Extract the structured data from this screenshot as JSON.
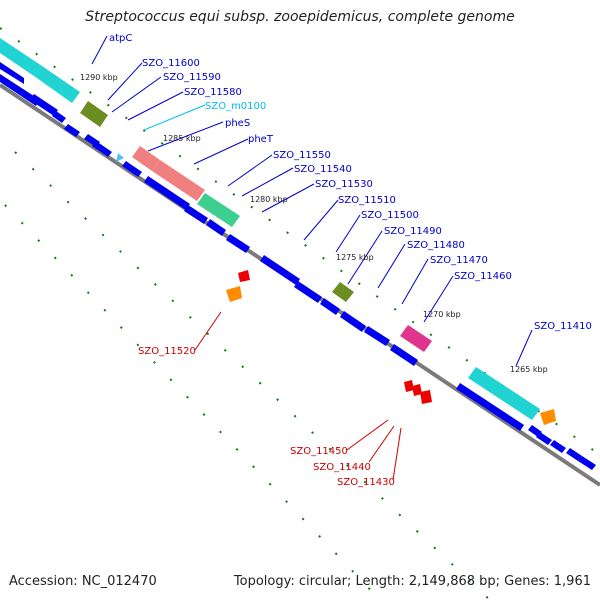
{
  "header": {
    "title": "Streptococcus equi subsp. zooepidemicus, complete genome"
  },
  "footer": {
    "accession": "Accession: NC_012470",
    "topology": "Topology: circular; Length: 2,149,868 bp; Genes: 1,961"
  },
  "colors": {
    "cds": "#0000ee",
    "trna": "#ee0000",
    "rrna_orange": "#ff8c00",
    "backbone": "#808080",
    "tick_dot": "#0f7a0f",
    "label_blue": "#0000cc",
    "label_cyan": "#00bbee",
    "label_red": "#cc0000"
  },
  "scale_ticks": [
    "1290 kbp",
    "1285 kbp",
    "1280 kbp",
    "1275 kbp",
    "1270 kbp",
    "1265 kbp"
  ],
  "gene_labels_blue": [
    "atpC",
    "SZO_11600",
    "SZO_11590",
    "SZO_11580",
    "SZO_m0100",
    "pheS",
    "pheT",
    "SZO_11550",
    "SZO_11540",
    "SZO_11530",
    "SZO_11510",
    "SZO_11500",
    "SZO_11490",
    "SZO_11480",
    "SZO_11470",
    "SZO_11460",
    "SZO_11410"
  ],
  "gene_labels_red": [
    "SZO_11520",
    "SZO_11450",
    "SZO_11440",
    "SZO_11430"
  ]
}
